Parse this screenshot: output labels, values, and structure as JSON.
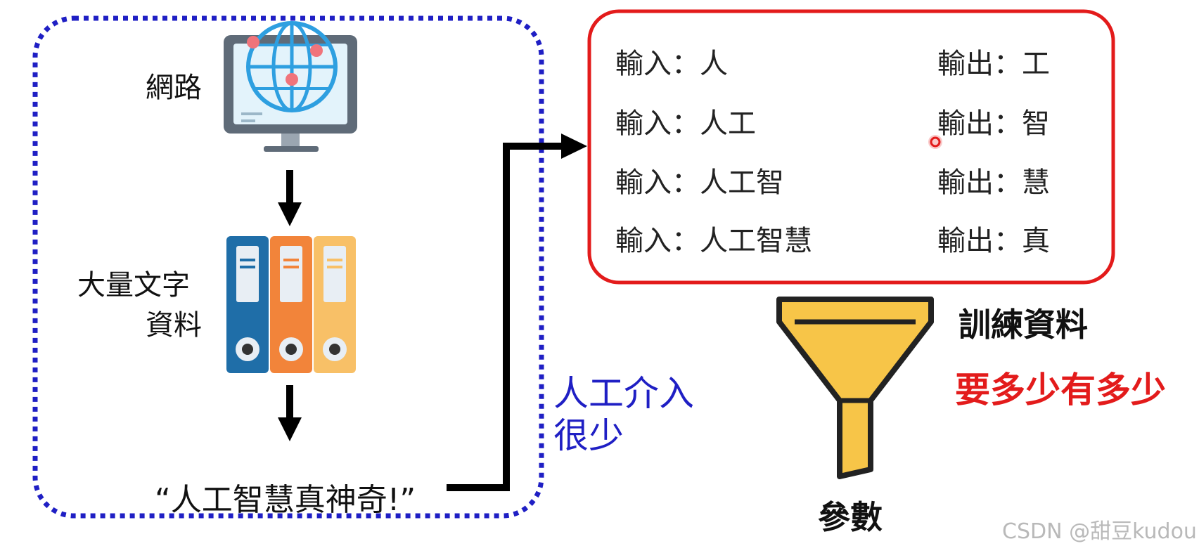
{
  "pipeline": {
    "network_label": "網路",
    "bulk_text_label_line1": "大量文字",
    "bulk_text_label_line2": "資料",
    "example_sentence": "“人工智慧真神奇!”"
  },
  "note": {
    "line1": "人工介入",
    "line2": "很少"
  },
  "io_pairs": [
    {
      "input": "輸入：人",
      "output": "輸出：工"
    },
    {
      "input": "輸入：人工",
      "output": "輸出：智"
    },
    {
      "input": "輸入：人工智",
      "output": "輸出：慧"
    },
    {
      "input": "輸入：人工智慧",
      "output": "輸出：真"
    }
  ],
  "training": {
    "title": "訓練資料",
    "subtitle": "要多少有多少"
  },
  "funnel_output": "參數",
  "watermark": "CSDN @甜豆kudou",
  "colors": {
    "dashed_border": "#1f1fc4",
    "io_border": "#e31b1b",
    "note_text": "#1f1fc4",
    "highlight_text": "#e31b1b",
    "funnel_fill": "#f7c548"
  }
}
